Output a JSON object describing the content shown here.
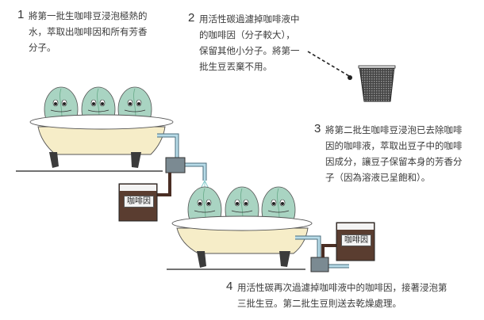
{
  "steps": [
    {
      "number": "1",
      "text": "將第一批生咖啡豆浸泡極熱的\n水，萃取出咖啡因和所有芳香\n分子。"
    },
    {
      "number": "2",
      "text": "用活性碳過濾掉咖啡液中\n的咖啡因（分子較大），\n保留其他小分子。將第一\n批生豆丟棄不用。"
    },
    {
      "number": "3",
      "text": "將第二批生咖啡豆浸泡已去除咖啡\n因的咖啡液，萃取出豆子中的咖啡\n因成分，讓豆子保留本身的芳香分\n子（因為溶液已呈飽和）。"
    },
    {
      "number": "4",
      "text": "用活性碳再次過濾掉咖啡液中的咖啡因，接著浸泡第\n三批生豆。第二批生豆則送去乾燥處理。"
    }
  ],
  "jars": [
    {
      "label": "咖啡因"
    },
    {
      "label": "咖啡因"
    }
  ],
  "icons": [
    "coffee-bean-character",
    "bathtub",
    "filter",
    "trash-bin",
    "pipe",
    "caffeine-jar"
  ],
  "colors": {
    "bean": "#a9d4c2",
    "tub_inner": "#f6edc8",
    "tub_rim": "#ffffff",
    "feet": "#3b3b3b",
    "pipe": "#b7dbe8",
    "filter": "#7b8a92",
    "jar": "#5a3d30",
    "dark_pipe": "#4a2e24"
  }
}
